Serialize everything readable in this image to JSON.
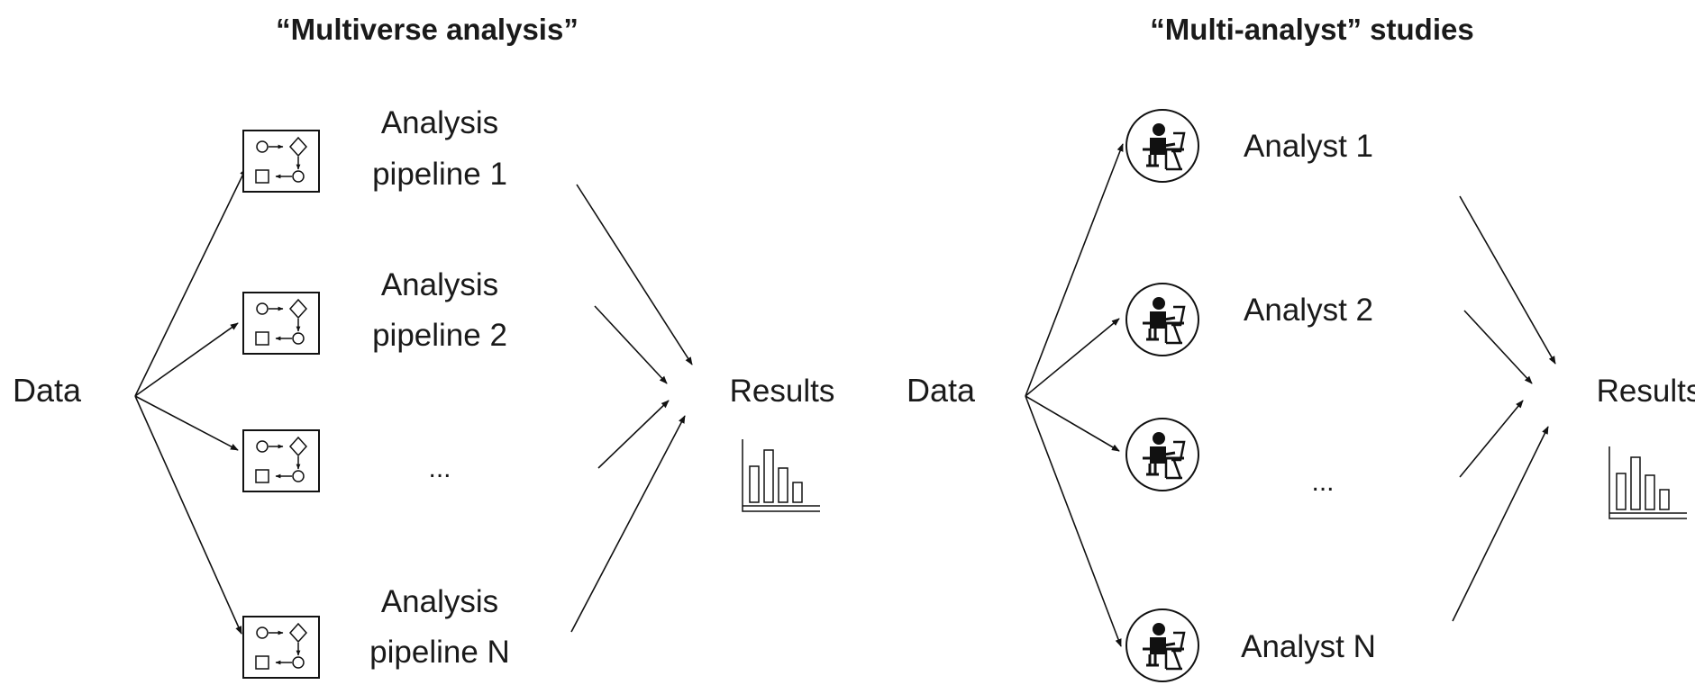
{
  "left_panel": {
    "title": "“Multiverse analysis”",
    "source_label": "Data",
    "target_label": "Results",
    "pipelines": [
      {
        "line1": "Analysis",
        "line2": "pipeline 1"
      },
      {
        "line1": "Analysis",
        "line2": "pipeline 2"
      },
      {
        "line1": "",
        "line2": "...",
        "ellipsis": true
      },
      {
        "line1": "Analysis",
        "line2": "pipeline N"
      }
    ],
    "node_icon": "flowchart-icon",
    "result_icon": "bar-chart-icon"
  },
  "right_panel": {
    "title": "“Multi-analyst” studies",
    "source_label": "Data",
    "target_label": "Results",
    "analysts": [
      {
        "label": "Analyst 1"
      },
      {
        "label": "Analyst 2"
      },
      {
        "label": "...",
        "ellipsis": true
      },
      {
        "label": "Analyst N"
      }
    ],
    "node_icon": "person-at-computer-icon",
    "result_icon": "bar-chart-icon"
  }
}
